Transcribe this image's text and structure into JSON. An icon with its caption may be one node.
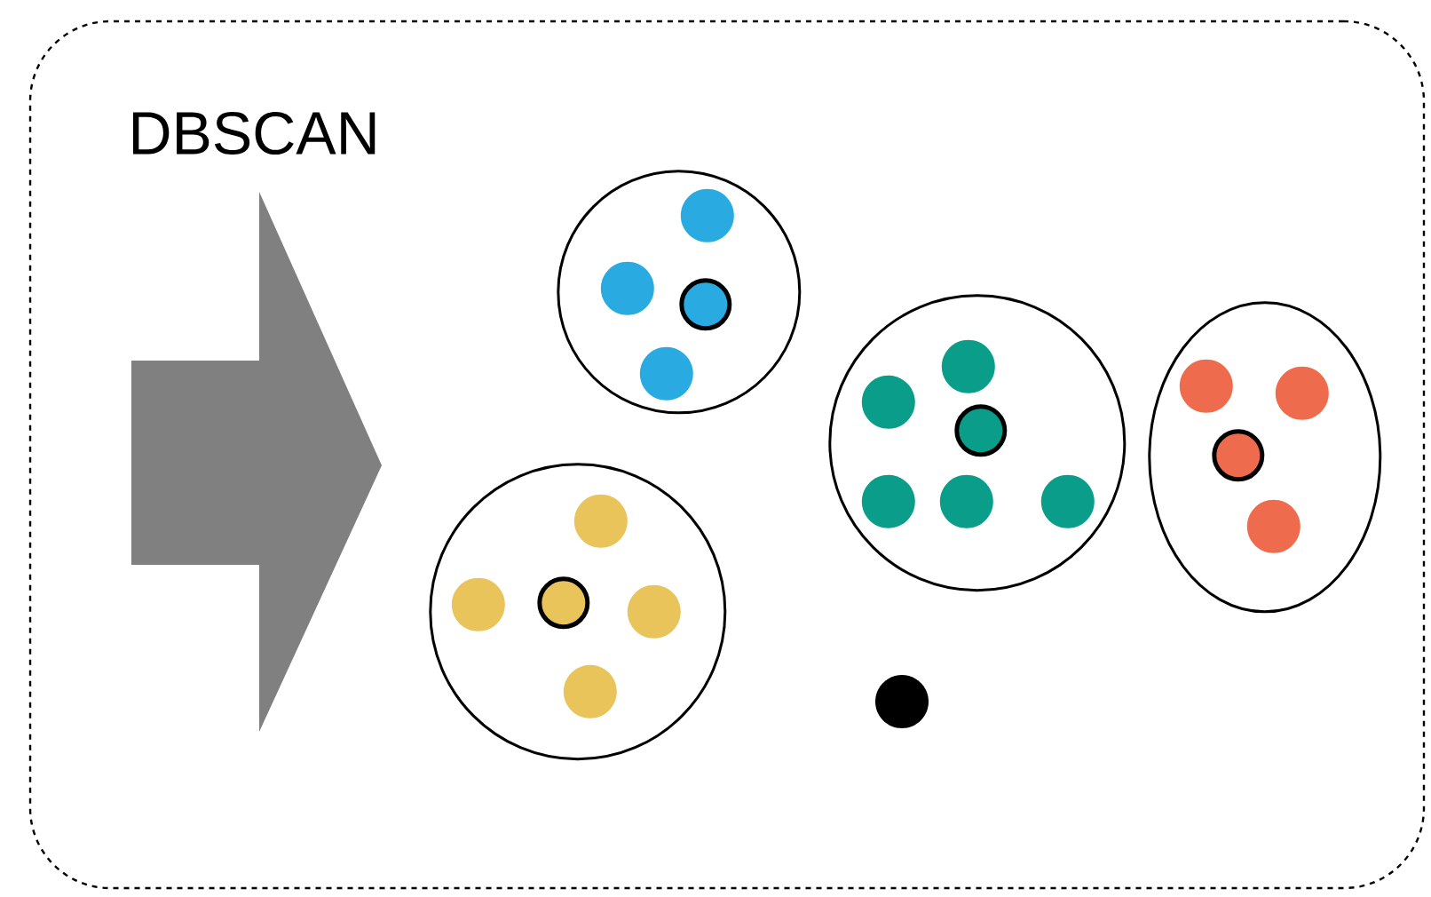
{
  "diagram": {
    "nodes": [
      {
        "text": [
          "DBSCAN"
        ]
      },
      {
        "text": [],
        "shape": "circle",
        "in": 0
      },
      {
        "text": [],
        "shape": "circle",
        "in": 0
      },
      {
        "text": [],
        "shape": "ellipse",
        "in": 0
      },
      {
        "text": [],
        "shape": "circle",
        "in": 0
      }
    ]
  }
}
